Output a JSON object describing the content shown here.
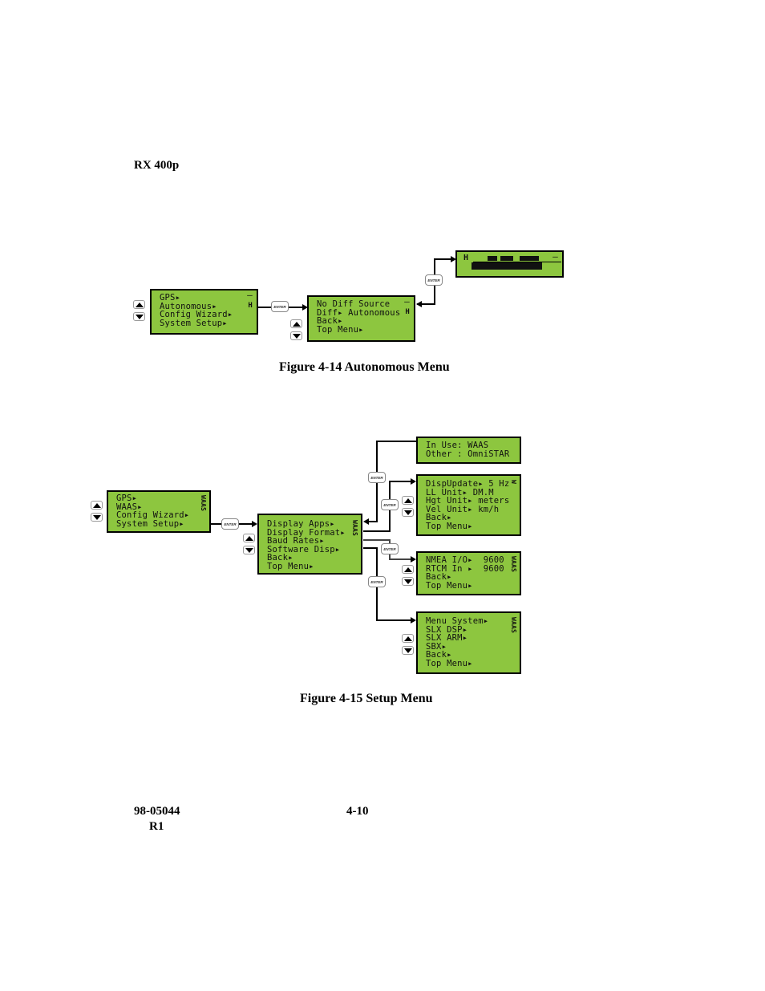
{
  "header": {
    "title": "RX 400p"
  },
  "figure_14": {
    "caption": "Figure 4-14 Autonomous Menu",
    "screen_main": {
      "lines": [
        "GPS▸",
        "Autonomous▸",
        "Config Wizard▸",
        "System Setup▸"
      ],
      "side_glyph": "–",
      "side_mark": "H"
    },
    "screen_diff": {
      "lines": [
        "No Diff Source",
        "Diff▸ Autonomous",
        "Back▸",
        "Top Menu▸"
      ],
      "side_glyph": "–",
      "side_mark": "H"
    },
    "screen_status": {
      "side_glyph": "–",
      "note": "obscured status display"
    },
    "enter_label": "ENTER"
  },
  "figure_15": {
    "caption": "Figure 4-15 Setup Menu",
    "screen_main": {
      "lines": [
        "GPS▸",
        "WAAS▸",
        "Config Wizard▸",
        "System Setup▸"
      ],
      "side_mark": "WAAS"
    },
    "screen_setup": {
      "lines": [
        "Display Apps▸",
        "Display Format▸",
        "Baud Rates▸",
        "Software Disp▸",
        "Back▸",
        "Top Menu▸"
      ],
      "side_mark": "WAAS"
    },
    "screen_apps": {
      "lines": [
        "In Use: WAAS",
        "Other : OmniSTAR"
      ]
    },
    "screen_format": {
      "lines": [
        "DispUpdate▸ 5 Hz",
        "LL Unit▸ DM.M",
        "Hgt Unit▸ meters",
        "Vel Unit▸ km/h",
        "Back▸",
        "Top Menu▸"
      ],
      "side_mark": "W"
    },
    "screen_baud": {
      "lines": [
        "NMEA I/O▸  9600",
        "RTCM In ▸  9600",
        "Back▸",
        "Top Menu▸"
      ],
      "side_mark": "WAAS"
    },
    "screen_software": {
      "lines": [
        "Menu System▸",
        "SLX DSP▸",
        "SLX ARM▸",
        "SBX▸",
        "Back▸",
        "Top Menu▸"
      ],
      "side_mark": "WAAS"
    },
    "enter_label": "ENTER"
  },
  "footer": {
    "doc_number": "98-05044",
    "revision": "R1",
    "page_number": "4-10"
  }
}
